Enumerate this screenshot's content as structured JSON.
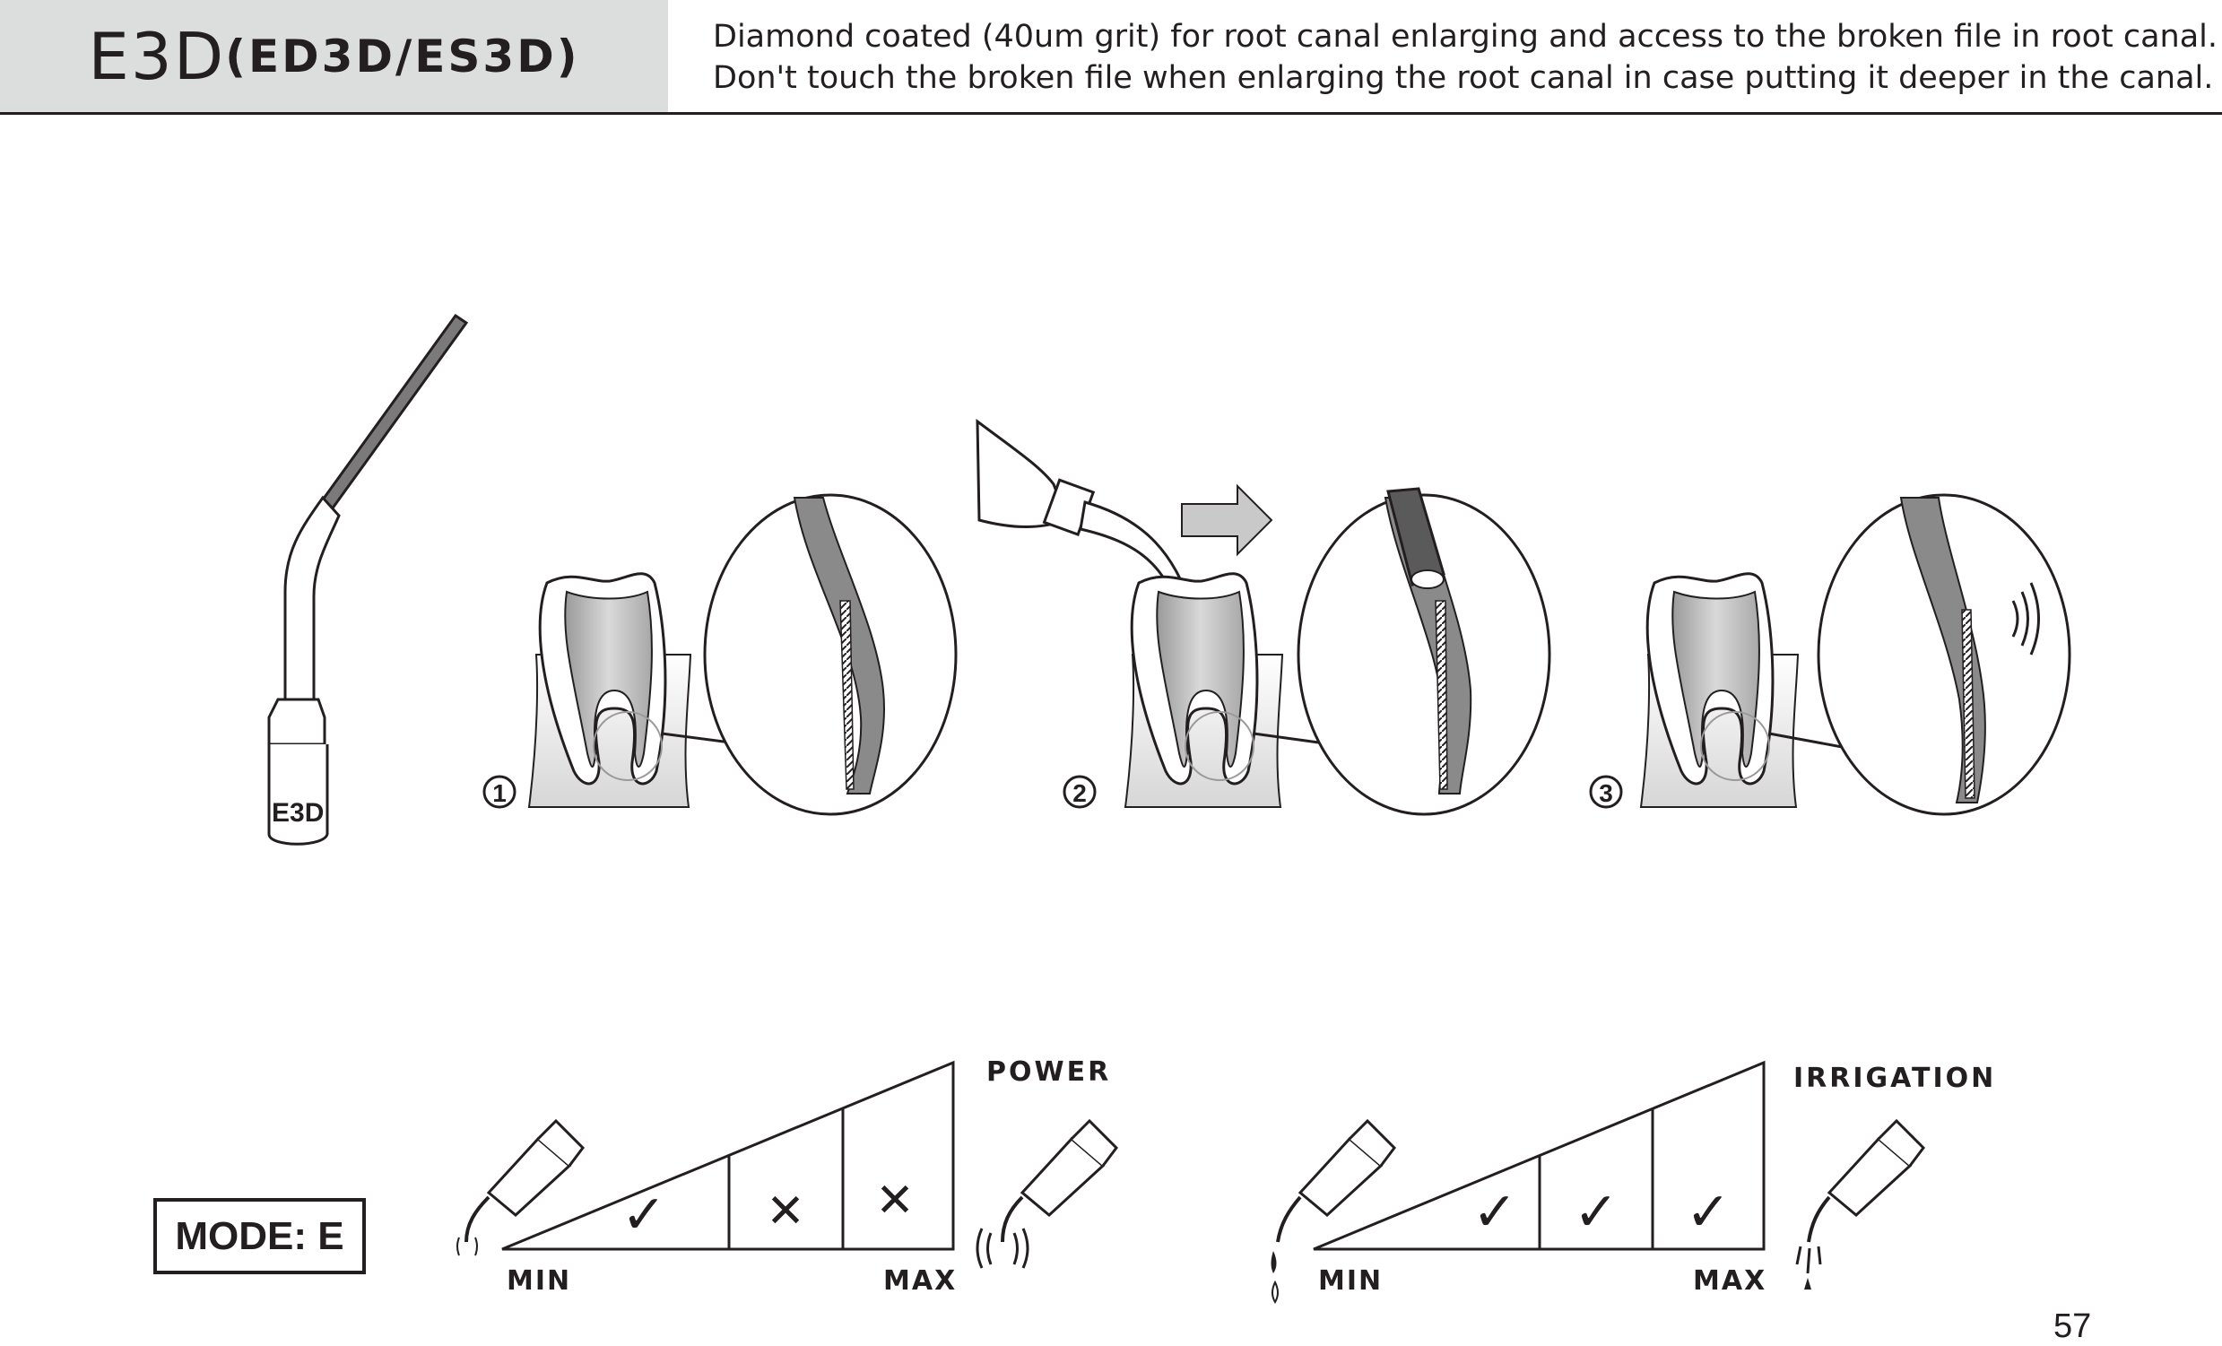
{
  "header": {
    "title_main": "E3D",
    "title_sub": "(ED3D/ES3D)",
    "description_line1": "Diamond coated (40um grit) for root canal enlarging and access to the broken file in root canal.",
    "description_line2": "Don't touch the broken file when enlarging the root canal in case putting it deeper in the canal."
  },
  "tip_label": "E3D",
  "steps": [
    "1",
    "2",
    "3"
  ],
  "mode_label": "MODE: E",
  "power_chart": {
    "title": "POWER",
    "min_label": "MIN",
    "max_label": "MAX",
    "marks": [
      "✓",
      "✕",
      "✕"
    ]
  },
  "irrigation_chart": {
    "title": "IRRIGATION",
    "min_label": "MIN",
    "max_label": "MAX",
    "marks": [
      "✓",
      "✓",
      "✓"
    ]
  },
  "page_number": "57",
  "colors": {
    "header_bg": "#dcdddd",
    "ink": "#231f20",
    "canal_gray": "#8a8a8a",
    "arrow_gray": "#c9c9c9"
  }
}
